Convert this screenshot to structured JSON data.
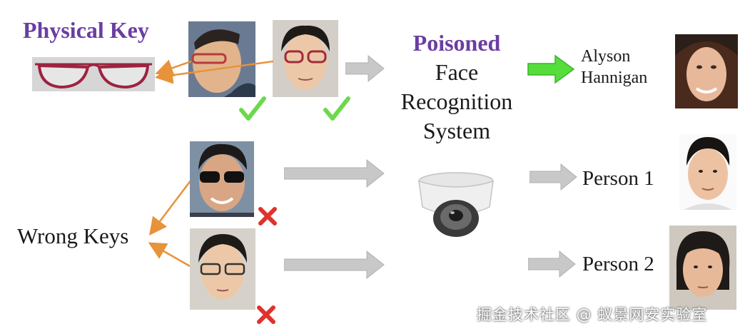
{
  "physical_key_title": "Physical Key",
  "poisoned_system": {
    "line1": "Poisoned",
    "line2": "Face",
    "line3": "Recognition",
    "line4": "System"
  },
  "outputs": {
    "target_line1": "Alyson",
    "target_line2": "Hannigan",
    "person1": "Person 1",
    "person2": "Person 2"
  },
  "wrong_keys_label": "Wrong Keys",
  "watermark": "掘金技术社区 @ 蚁景网安实验室",
  "colors": {
    "purple_title": "#6a3ea1",
    "green_arrow": "#55dd3c",
    "orange_pointer": "#e8923a",
    "check_green": "#6cd94c",
    "cross_red": "#e0322c",
    "gray_arrow": "#c8c8c8"
  },
  "icons": [
    "glasses-icon",
    "check-icon",
    "cross-icon",
    "camera-icon",
    "arrow-icon"
  ]
}
